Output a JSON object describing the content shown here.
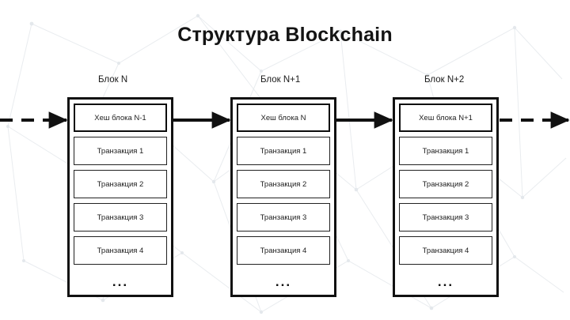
{
  "title": "Структура Blockchain",
  "theme": {
    "background": "#ffffff",
    "ink": "#111111",
    "text": "#1a1a1a"
  },
  "ellipsis": "...",
  "blocks": [
    {
      "label": "Блок N",
      "hash": "Хеш блока N-1",
      "transactions": [
        "Транзакция 1",
        "Транзакция 2",
        "Транзакция 3",
        "Транзакция 4"
      ]
    },
    {
      "label": "Блок N+1",
      "hash": "Хеш блока N",
      "transactions": [
        "Транзакция 1",
        "Транзакция 2",
        "Транзакция 3",
        "Транзакция 4"
      ]
    },
    {
      "label": "Блок N+2",
      "hash": "Хеш блока N+1",
      "transactions": [
        "Транзакция 1",
        "Транзакция 2",
        "Транзакция 3",
        "Транзакция 4"
      ]
    }
  ],
  "connectors": {
    "inbound_style": "dashed-arrow",
    "between_style": "solid-arrow",
    "outbound_style": "dashed-arrow"
  }
}
